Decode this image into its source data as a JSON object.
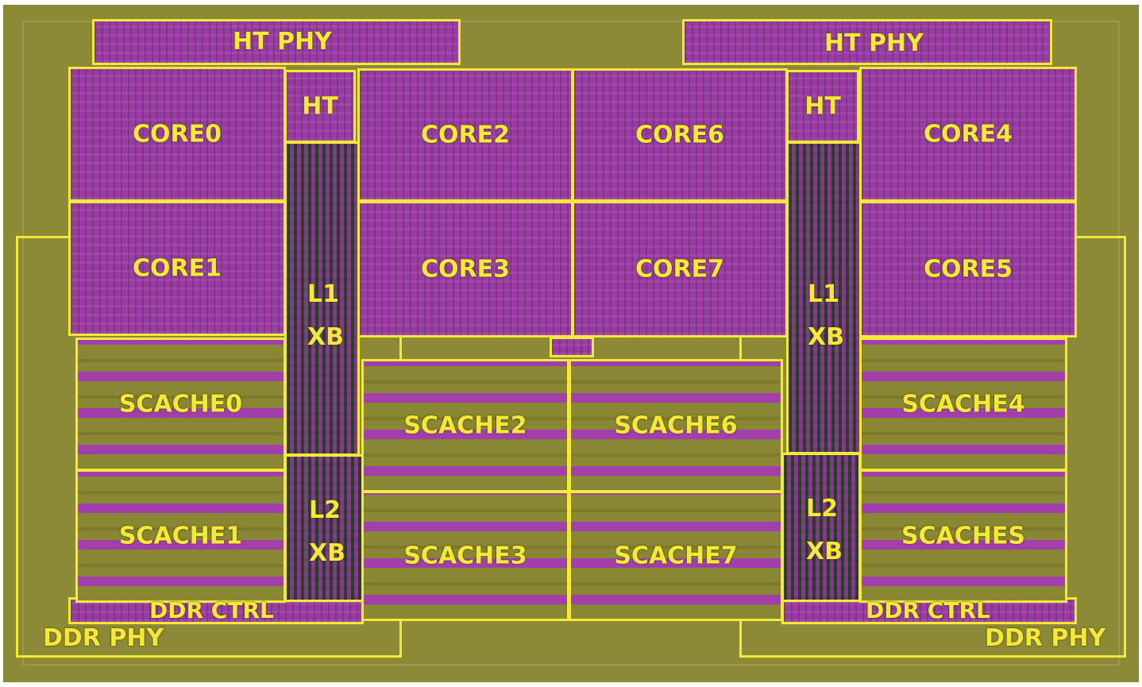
{
  "colors": {
    "outline": "#f2ea36",
    "label": "#f3e936",
    "logic": "#9b3aa6",
    "substrate": "#8c8a37"
  },
  "blocks": {
    "ht_phy_left": "HT PHY",
    "ht_phy_right": "HT PHY",
    "ht_left": "HT",
    "ht_right": "HT",
    "core0": "CORE0",
    "core1": "CORE1",
    "core2": "CORE2",
    "core3": "CORE3",
    "core4": "CORE4",
    "core5": "CORE5",
    "core6": "CORE6",
    "core7": "CORE7",
    "l1_left": "L1",
    "xb_l1_left": "XB",
    "l1_right": "L1",
    "xb_l1_right": "XB",
    "l2_left": "L2",
    "xb_l2_left": "XB",
    "l2_right": "L2",
    "xb_l2_right": "XB",
    "scache0": "SCACHE0",
    "scache1": "SCACHE1",
    "scache2": "SCACHE2",
    "scache3": "SCACHE3",
    "scache4": "SCACHE4",
    "scache5": "SCACHES",
    "scache6": "SCACHE6",
    "scache7": "SCACHE7",
    "ddr_ctrl_left": "DDR CTRL",
    "ddr_ctrl_right": "DDR CTRL",
    "ddr_phy_left": "DDR PHY",
    "ddr_phy_right": "DDR PHY"
  }
}
